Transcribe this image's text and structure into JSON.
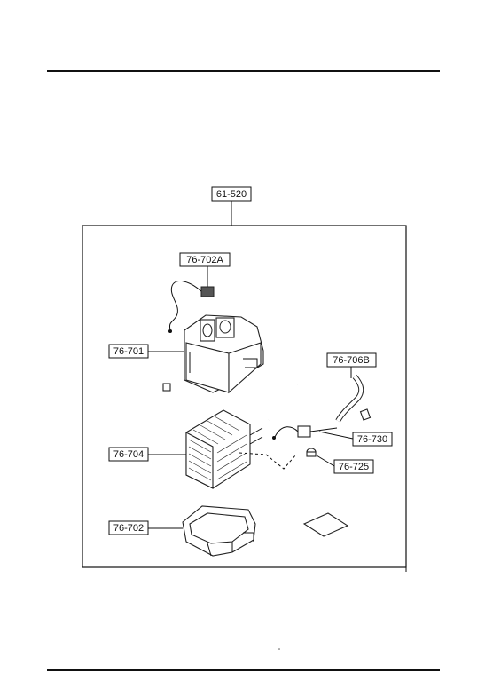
{
  "labels": {
    "assembly": "61-520",
    "wiring": "76-702A",
    "upper_case": "76-701",
    "hose": "76-706B",
    "valve": "76-730",
    "evaporator": "76-704",
    "plug": "76-725",
    "lower_case": "76-702"
  }
}
